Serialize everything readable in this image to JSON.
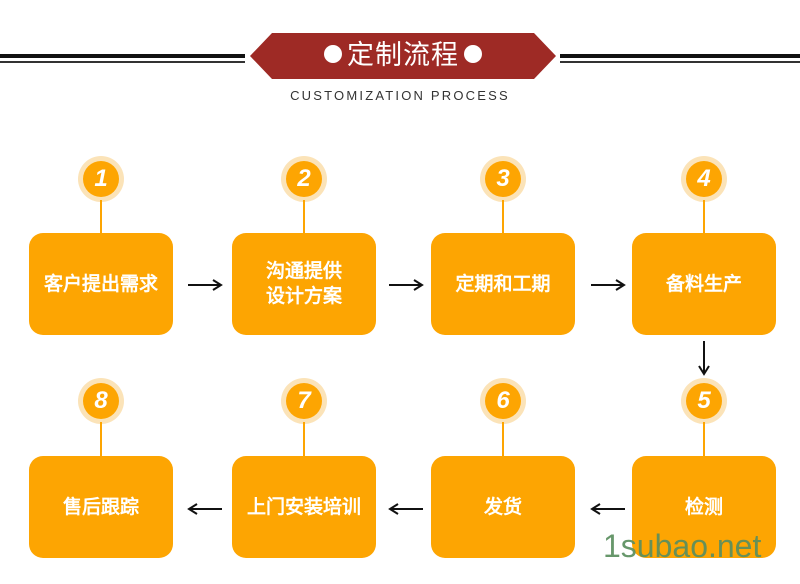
{
  "header": {
    "title": "定制流程",
    "subtitle": "CUSTOMIZATION PROCESS",
    "banner_color": "#9e2a25"
  },
  "steps": [
    {
      "number": "1",
      "label": "客户提出需求"
    },
    {
      "number": "2",
      "label": "沟通提供\n设计方案"
    },
    {
      "number": "3",
      "label": "定期和工期"
    },
    {
      "number": "4",
      "label": "备料生产"
    },
    {
      "number": "5",
      "label": "检测"
    },
    {
      "number": "6",
      "label": "发货"
    },
    {
      "number": "7",
      "label": "上门安装培训"
    },
    {
      "number": "8",
      "label": "售后跟踪"
    }
  ],
  "colors": {
    "step_fill": "#fda502",
    "step_halo": "#fbe3b8",
    "arrow": "#111111"
  },
  "watermark": "1subao.net"
}
